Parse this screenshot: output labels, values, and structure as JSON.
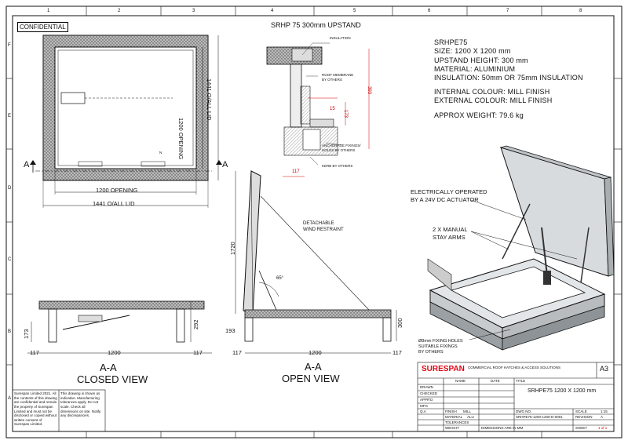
{
  "grid": {
    "columns": [
      "1",
      "2",
      "3",
      "4",
      "5",
      "6",
      "7",
      "8"
    ],
    "rows": [
      "F",
      "E",
      "D",
      "C",
      "B",
      "A"
    ]
  },
  "confidential": "CONFIDENTIAL",
  "detail_title": "SRHP 75 300mm UPSTAND",
  "spec": {
    "code": "SRHPE75",
    "size": "SIZE: 1200 X 1200 mm",
    "upstand": "UPSTAND HEIGHT: 300 mm",
    "material": "MATERIAL: ALUMINIUM",
    "insulation": "INSULATION: 50mm OR 75mm INSULATION",
    "internal_colour": "INTERNAL COLOUR: MILL FINISH",
    "external_colour": "EXTERNAL COLOUR: MILL FINISH",
    "weight": "APPROX WEIGHT: 79.6 kg"
  },
  "plan": {
    "dim_h_opening": "1200 OPENING",
    "dim_h_overall": "1441 O/ALL LID",
    "dim_v_opening": "1200 OPENING",
    "dim_v_overall": "1441 O/ALL LID",
    "section_marker": "A",
    "section_marker_b": "A",
    "label_n": "N"
  },
  "detail": {
    "insulation": "INSULATION",
    "roof_membrane": "ROOF MEMBRANE\nBY OTHERS",
    "anchorage": "ANCHORAGE FIXINGS/\nHOLES BY OTHERS",
    "kerb": "KERB BY OTHERS",
    "dim_393": "393",
    "dim_15": "15",
    "dim_173": "173",
    "dim_117": "117"
  },
  "open_view": {
    "wind_restraint": "DETACHABLE\nWIND RESTRAINT",
    "angle": "65°",
    "dim_1720": "1720",
    "dim_193": "193",
    "dim_117_left": "117",
    "dim_1200": "1200",
    "dim_117_right": "117",
    "dim_300": "300",
    "label": "A-A",
    "caption": "OPEN VIEW"
  },
  "closed_view": {
    "dim_173": "173",
    "dim_292": "292",
    "dim_117_left": "117",
    "dim_1200": "1200",
    "dim_117_right": "117",
    "label": "A-A",
    "caption": "CLOSED VIEW"
  },
  "iso": {
    "actuator": "ELECTRICALLY OPERATED\nBY A 24V DC ACTUATOR",
    "stay_arms": "2 X MANUAL\nSTAY ARMS",
    "fixing_holes": "Ø8mm FIXING HOLES\nSUITABLE FIXINGS\nBY OTHERS"
  },
  "title_block": {
    "brand": "SURESPAN",
    "company": "COMMERCIAL ROOF HATCHES & ACCESS SOLUTIONS",
    "sheet_size": "A3",
    "title_label": "TITLE",
    "title": "SRHPE75 1200 X 1200 mm",
    "rows": [
      {
        "label": "DRAWN",
        "name": "",
        "date": ""
      },
      {
        "label": "CHECKED",
        "name": "",
        "date": ""
      },
      {
        "label": "APPR'D",
        "name": "",
        "date": ""
      },
      {
        "label": "MFG",
        "name": "",
        "date": ""
      },
      {
        "label": "Q.A",
        "name": "",
        "date": ""
      }
    ],
    "header_name": "NAME",
    "header_date": "DATE",
    "dwg_no_label": "DWG NO.",
    "dwg_no": "SRHPE75-1200-1200-D-0001",
    "scale_label": "SCALE",
    "scale": "1:15",
    "revision_label": "REVISION",
    "revision": "A",
    "weight_label": "WEIGHT",
    "sheet_label": "SHEET",
    "sheet": "1 of 1",
    "finish_label": "FINISH",
    "finish": "MILL",
    "material_label": "MATERIAL",
    "material": "ALU",
    "tolerance_label": "TOLERANCES",
    "dimension_label": "DIMENSIONS ARE IN MM"
  },
  "notes": {
    "copyright": "Surespan Limited 2021. All the contents of this drawing are confidential and remain the property of Surespan Limited and must not be disclosed or copied without written consent of Surespan Limited.",
    "flags": "This drawing is shown as indicative. Manufacturing tolerances apply. Do not scale. Check all dimensions on site. Notify any discrepancies."
  },
  "colors": {
    "line": "#111111",
    "dim_red": "#d00000",
    "insulation_fill": "#cfcfcf",
    "panel_grey": "#d9dde0",
    "brand_red": "#e30613"
  }
}
